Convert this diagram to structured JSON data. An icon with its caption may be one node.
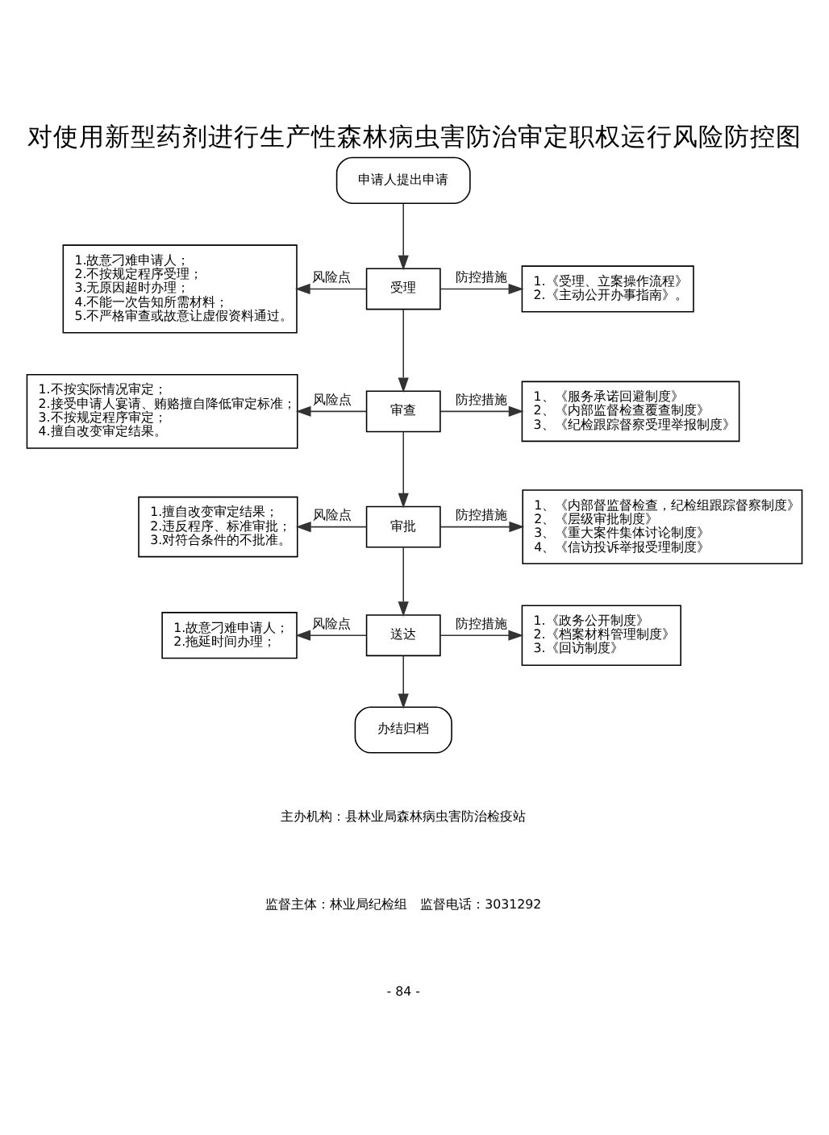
{
  "diagram": {
    "title": "对使用新型药剂进行生产性森林病虫害防治审定职权运行风险防控图",
    "nodes": [
      {
        "text": [
          "申请人提出申请"
        ]
      },
      {
        "text": [
          "受理"
        ]
      },
      {
        "text": [
          "1.故意刁难申请人；",
          "2.不按规定程序受理；",
          "3.无原因超时办理；",
          "4.不能一次告知所需材料；",
          "5.不严格审查或故意让虚假资料通过。"
        ]
      },
      {
        "text": [
          "1.《受理、立案操作流程》",
          "2.《主动公开办事指南》。"
        ]
      },
      {
        "text": [
          "审查"
        ]
      },
      {
        "text": [
          "1.不按实际情况审定；",
          "2.接受申请人宴请、贿赂擅自降低审定标准；",
          "3.不按规定程序审定；",
          "4.擅自改变审定结果。"
        ]
      },
      {
        "text": [
          "1、《服务承诺回避制度》",
          "2、《内部监督检查覆查制度》",
          "3、《纪检跟踪督察受理举报制度》"
        ]
      },
      {
        "text": [
          "审批"
        ]
      },
      {
        "text": [
          "1.擅自改变审定结果；",
          "2.违反程序、标准审批；",
          "3.对符合条件的不批准。"
        ]
      },
      {
        "text": [
          "1、《内部督监督检查，纪检组跟踪督察制度》",
          "2、《层级审批制度》",
          "3、《重大案件集体讨论制度》",
          "4、《信访投诉举报受理制度》"
        ]
      },
      {
        "text": [
          "送达"
        ]
      },
      {
        "text": [
          "1.故意刁难申请人；",
          "2.拖延时间办理；"
        ]
      },
      {
        "text": [
          "1.《政务公开制度》",
          "2.《档案材料管理制度》",
          "3.《回访制度》"
        ]
      },
      {
        "text": [
          "办结归档"
        ]
      }
    ],
    "edges": [
      {
        "from": 0,
        "to": 1,
        "arrow": "to"
      },
      {
        "from": 1,
        "to": 2,
        "arrow": "to",
        "label": "风险点"
      },
      {
        "from": 1,
        "to": 3,
        "arrow": "to",
        "label": "防控措施"
      },
      {
        "from": 1,
        "to": 4,
        "arrow": "to"
      },
      {
        "from": 4,
        "to": 5,
        "arrow": "to",
        "label": "风险点"
      },
      {
        "from": 4,
        "to": 6,
        "arrow": "to",
        "label": "防控措施"
      },
      {
        "from": 4,
        "to": 7,
        "arrow": "to"
      },
      {
        "from": 7,
        "to": 8,
        "arrow": "to",
        "label": "风险点"
      },
      {
        "from": 7,
        "to": 9,
        "arrow": "to",
        "label": "防控措施"
      },
      {
        "from": 7,
        "to": 10,
        "arrow": "to"
      },
      {
        "from": 10,
        "to": 11,
        "arrow": "to",
        "label": "风险点"
      },
      {
        "from": 10,
        "to": 12,
        "arrow": "to",
        "label": "防控措施"
      },
      {
        "from": 10,
        "to": 13,
        "arrow": "to"
      }
    ],
    "labels": [
      "主办机构：县林业局森林病虫害防治检疫站",
      "监督主体：林业局纪检组　监督电话：3031292",
      "- 84 -"
    ]
  }
}
